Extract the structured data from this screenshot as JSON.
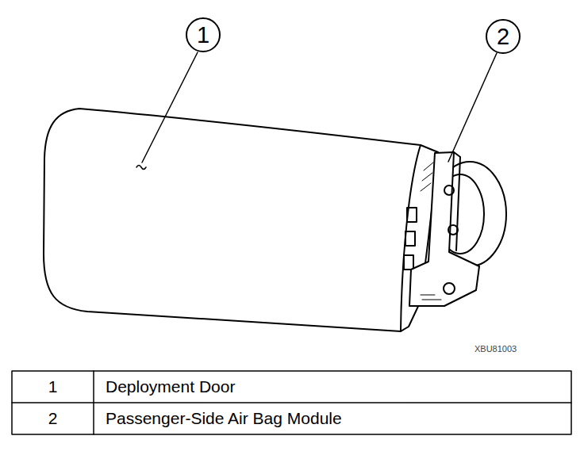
{
  "diagram": {
    "nodes": [
      {
        "text": [
          "1"
        ]
      },
      {
        "text": [
          "2"
        ]
      }
    ],
    "labels": [
      "XBU81003",
      "1",
      "Deployment Door",
      "2",
      "Passenger-Side Air Bag Module"
    ]
  }
}
